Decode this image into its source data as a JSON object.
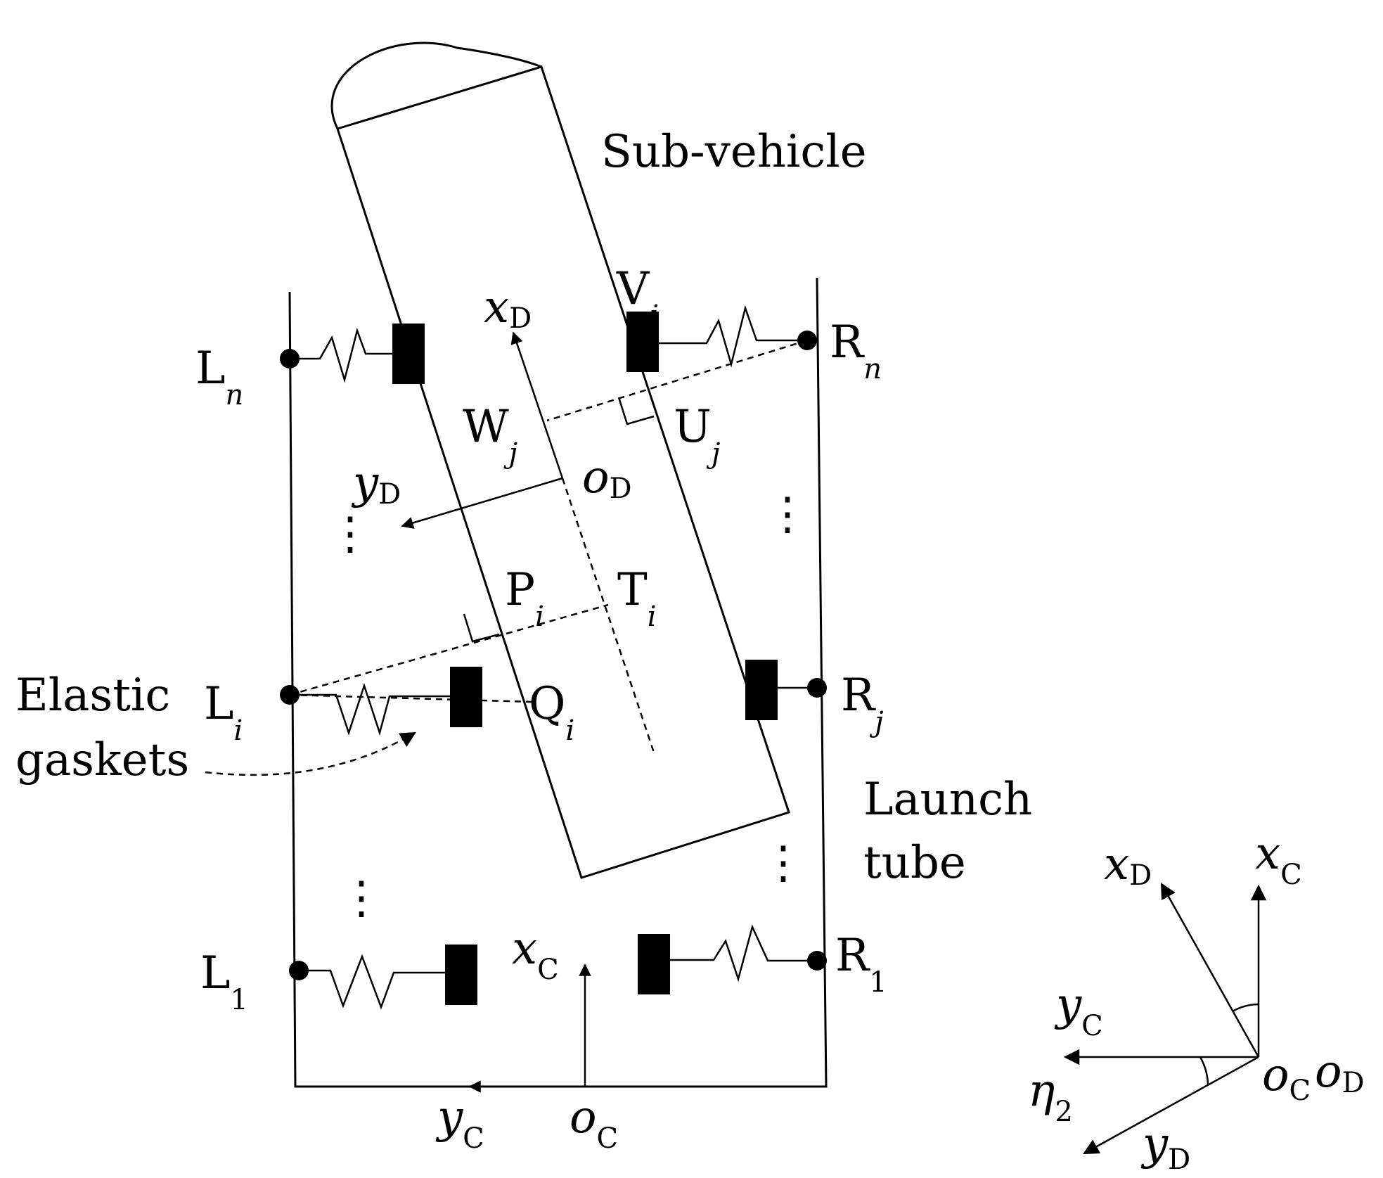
{
  "labels": {
    "sub_vehicle": "Sub-vehicle",
    "elastic": "Elastic",
    "gaskets": "gaskets",
    "launch": "Launch",
    "tube": "tube",
    "ellipsis": "⋮"
  },
  "points": {
    "Ln": {
      "base": "L",
      "sub": "n"
    },
    "Rn": {
      "base": "R",
      "sub": "n"
    },
    "Vj": {
      "base": "V",
      "sub": "j"
    },
    "Wj": {
      "base": "W",
      "sub": "j"
    },
    "Uj": {
      "base": "U",
      "sub": "j"
    },
    "Pi": {
      "base": "P",
      "sub": "i"
    },
    "Ti": {
      "base": "T",
      "sub": "i"
    },
    "Li": {
      "base": "L",
      "sub": "i"
    },
    "Qi": {
      "base": "Q",
      "sub": "i"
    },
    "Rj": {
      "base": "R",
      "sub": "j"
    },
    "L1": {
      "base": "L",
      "sub": "1"
    },
    "R1": {
      "base": "R",
      "sub": "1"
    }
  },
  "axes": {
    "xD": {
      "base": "x",
      "sub": "D"
    },
    "yD": {
      "base": "y",
      "sub": "D"
    },
    "oD": {
      "base": "o",
      "sub": "D"
    },
    "xC": {
      "base": "x",
      "sub": "C"
    },
    "yC": {
      "base": "y",
      "sub": "C"
    },
    "oC": {
      "base": "o",
      "sub": "C"
    },
    "eta2": {
      "base": "η",
      "sub": "2"
    }
  }
}
